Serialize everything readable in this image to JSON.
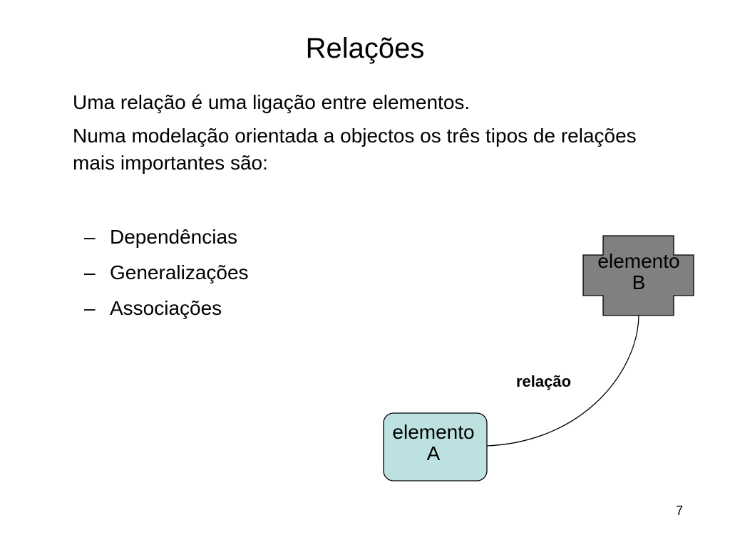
{
  "slide": {
    "title": "Relações",
    "paragraphs": [
      "Uma relação é uma ligação entre elementos.",
      "Numa modelação orientada a objectos os três tipos de relações mais importantes são:"
    ],
    "bullet_marker": "–",
    "bullets": [
      "Dependências",
      "Generalizações",
      "Associações"
    ],
    "page_number": "7"
  },
  "diagram": {
    "element_b": {
      "line1": "elemento",
      "line2": "B",
      "fill": "#808080"
    },
    "element_a": {
      "line1": "elemento",
      "line2": "A",
      "fill": "#bde0e0"
    },
    "relation_label": "relação"
  }
}
